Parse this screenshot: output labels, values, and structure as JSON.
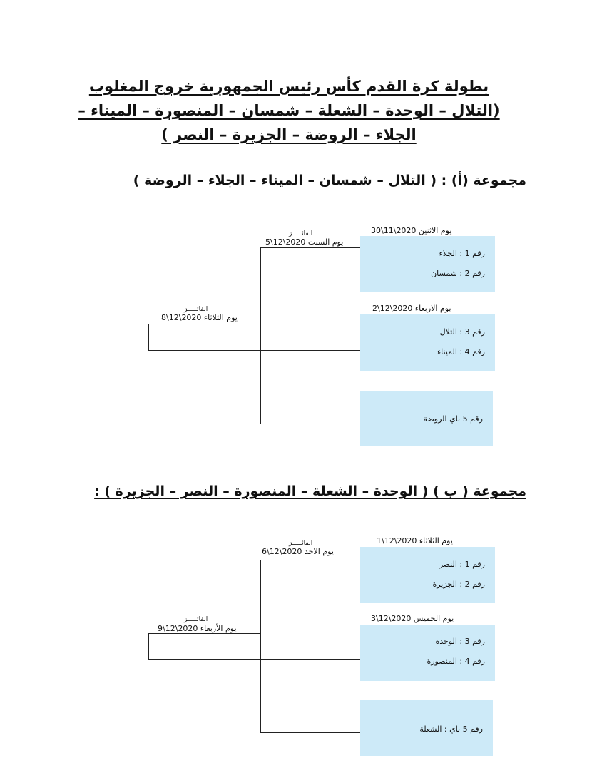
{
  "title": {
    "line1": "بطولة كرة القدم كأس رئيس الجمهورية خروج المغلوب",
    "line2": "(التلال – الوحدة – الشعلة – شمسان – المنصورة – الميناء –",
    "line3": "الجلاء – الروضة – الجزيرة – النصر )"
  },
  "groups": [
    {
      "heading": "مجموعة (أ) : ( التلال – شمسان – الميناء – الجلاء – الروضة )",
      "match1": {
        "date": "يوم الاثنين 2020\\11\\30",
        "slot1": "رقم 1 : الجلاء",
        "slot2": "رقم 2 : شمسان"
      },
      "match2": {
        "date": "يوم الاربعاء 2020\\12\\2",
        "slot1": "رقم 3 : التلال",
        "slot2": "رقم 4 : الميناء"
      },
      "bye": {
        "label": "رقم 5 باي الروضة"
      },
      "semi": {
        "winner": "الفائـــــز",
        "date": "يوم السبت 2020\\12\\5"
      },
      "final": {
        "winner": "الفائـــــز",
        "date": "يوم الثلاثاء 2020\\12\\8"
      }
    },
    {
      "heading": "مجموعة ( ب ) ( الوحدة – الشعلة – المنصورة – النصر – الجزيرة ) :",
      "match1": {
        "date": "يوم الثلاثاء 2020\\12\\1",
        "slot1": "رقم 1 : النصر",
        "slot2": "رقم 2 : الجزيرة"
      },
      "match2": {
        "date": "يوم الخميس 2020\\12\\3",
        "slot1": "رقم 3 : الوحدة",
        "slot2": "رقم 4 : المنصورة"
      },
      "bye": {
        "label": "رقم 5 باي : الشعلة"
      },
      "semi": {
        "winner": "الفائـــــز",
        "date": "يوم الاحد 2020\\12\\6"
      },
      "final": {
        "winner": "الفائـــــز",
        "date": "يوم الأربعاء 2020\\12\\9"
      }
    }
  ]
}
